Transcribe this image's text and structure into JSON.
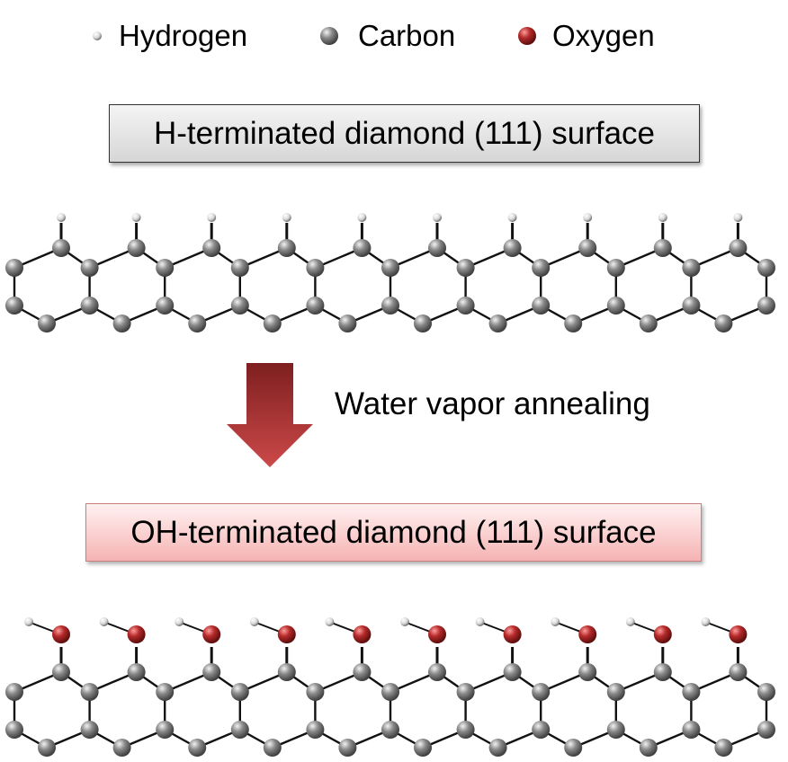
{
  "legend": [
    {
      "label": "Hydrogen",
      "icon": "hydrogen-atom-icon",
      "color": "#f2f2f2"
    },
    {
      "label": "Carbon",
      "icon": "carbon-atom-icon",
      "color": "#7a7a7a"
    },
    {
      "label": "Oxygen",
      "icon": "oxygen-atom-icon",
      "color": "#b72b2b"
    }
  ],
  "top_surface": {
    "title": "H-terminated diamond (111) surface",
    "termination": "H"
  },
  "process": {
    "label": "Water vapor annealing",
    "arrow_color": "#b83a3a"
  },
  "bottom_surface": {
    "title": "OH-terminated diamond (111) surface",
    "termination": "OH"
  },
  "structure": {
    "unit_cells": 10
  }
}
